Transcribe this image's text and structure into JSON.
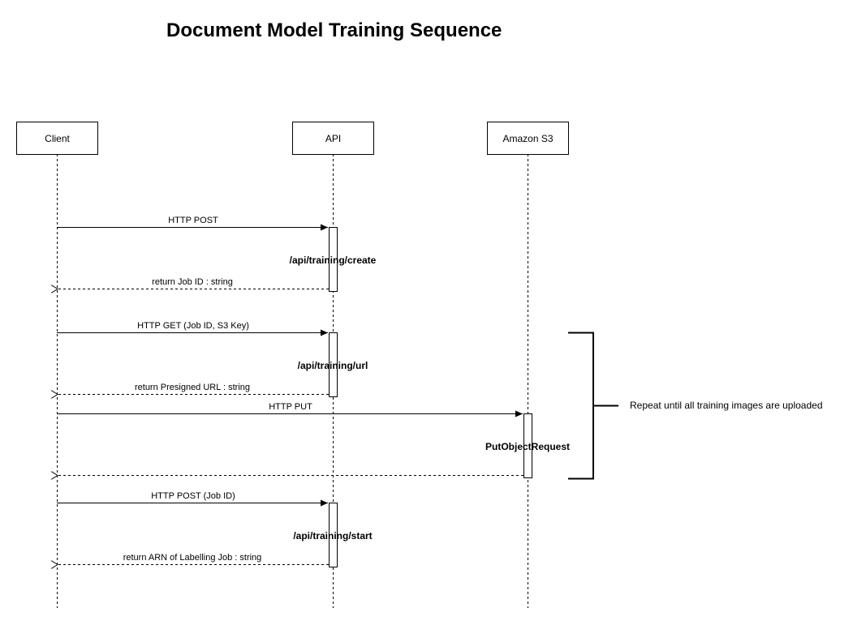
{
  "title": "Document Model Training Sequence",
  "participants": {
    "client": "Client",
    "api": "API",
    "s3": "Amazon S3"
  },
  "messages": {
    "create_request": "HTTP POST",
    "create_activation": "/api/training/create",
    "create_return": "return Job ID : string",
    "url_request": "HTTP GET (Job ID, S3 Key)",
    "url_activation": "/api/training/url",
    "url_return": "return Presigned URL : string",
    "put_request": "HTTP PUT",
    "put_activation": "PutObjectRequest",
    "start_request": "HTTP POST (Job ID)",
    "start_activation": "/api/training/start",
    "start_return": "return ARN of Labelling Job : string"
  },
  "note": "Repeat until all training images are uploaded"
}
